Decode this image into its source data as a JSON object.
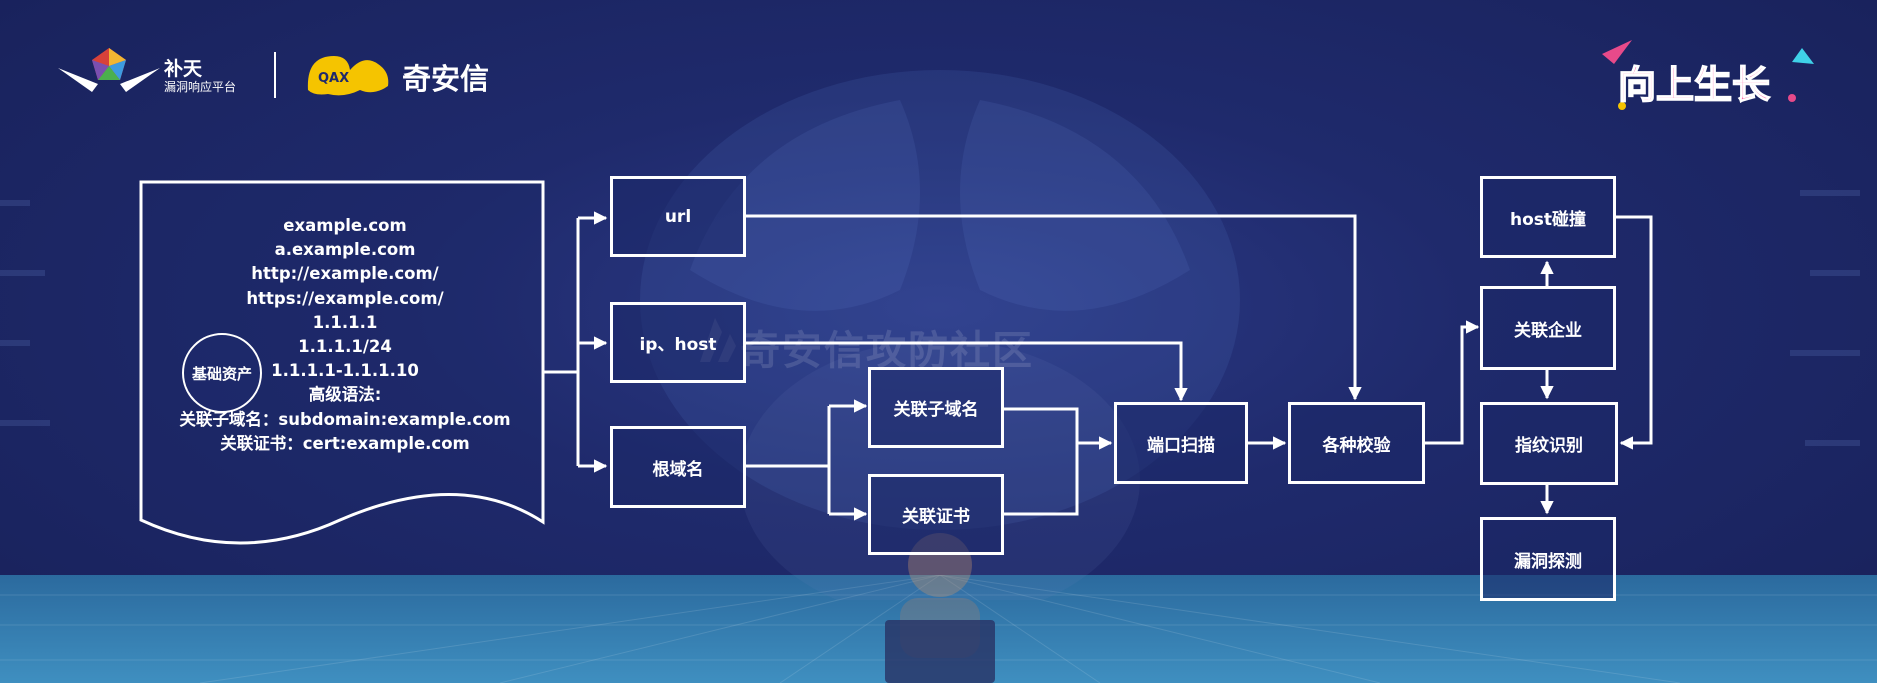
{
  "header": {
    "butian_name": "补天",
    "butian_subtitle": "漏洞响应平台",
    "qianxin_name": "奇安信",
    "badge_text": "向上生长"
  },
  "watermark": "奇安信攻防社区",
  "document": {
    "lines": [
      "example.com",
      "a.example.com",
      "http://example.com/",
      "https://example.com/",
      "1.1.1.1",
      "1.1.1.1/24",
      "1.1.1.1-1.1.1.10",
      "高级语法:",
      "关联子域名：subdomain:example.com",
      "关联证书：cert:example.com"
    ],
    "circle_label": "基础资产"
  },
  "nodes": {
    "url": "url",
    "ip_host": "ip、host",
    "root_domain": "根域名",
    "related_subdomain": "关联子域名",
    "related_cert": "关联证书",
    "port_scan": "端口扫描",
    "verification": "各种校验",
    "host_collision": "host碰撞",
    "related_company": "关联企业",
    "fingerprint": "指纹识别",
    "vuln_detect": "漏洞探测"
  },
  "colors": {
    "background": "#1f2a6c",
    "line": "#ffffff",
    "qianxin_yellow": "#f5c400",
    "floor": "#3a86b8"
  }
}
